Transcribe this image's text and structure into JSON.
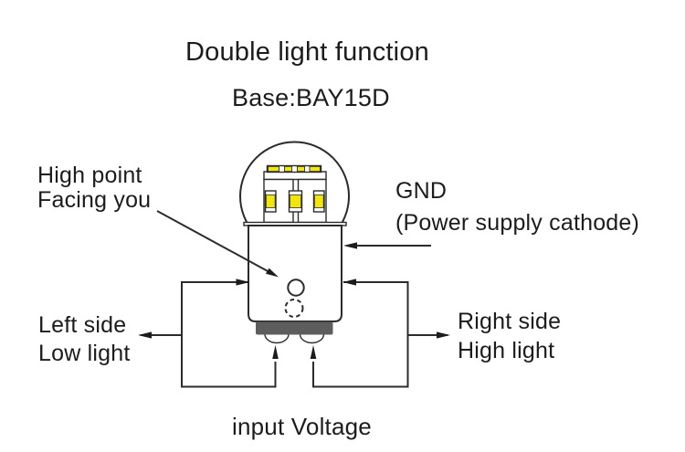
{
  "title": "Double light function",
  "subtitle": "Base:BAY15D",
  "labels": {
    "high_point": {
      "line1": "High point",
      "line2": "Facing you"
    },
    "gnd": {
      "line1": "GND",
      "line2": "(Power supply cathode)"
    },
    "left_side": {
      "line1": "Left side",
      "line2": "Low light"
    },
    "right_side": {
      "line1": "Right side",
      "line2": "High light"
    },
    "input_voltage": "input Voltage"
  },
  "icons": {
    "bulb": "bay15d-double-contact-bulb-diagram",
    "high_point_marker": "solid-circle-marker",
    "hidden_point_marker": "dashed-circle-marker"
  },
  "colors": {
    "background": "#ffffff",
    "line": "#2b2b2b",
    "text": "#1c1c1c",
    "led_yellow": "#f2e50c",
    "insulator_gray": "#5d5d5d"
  }
}
